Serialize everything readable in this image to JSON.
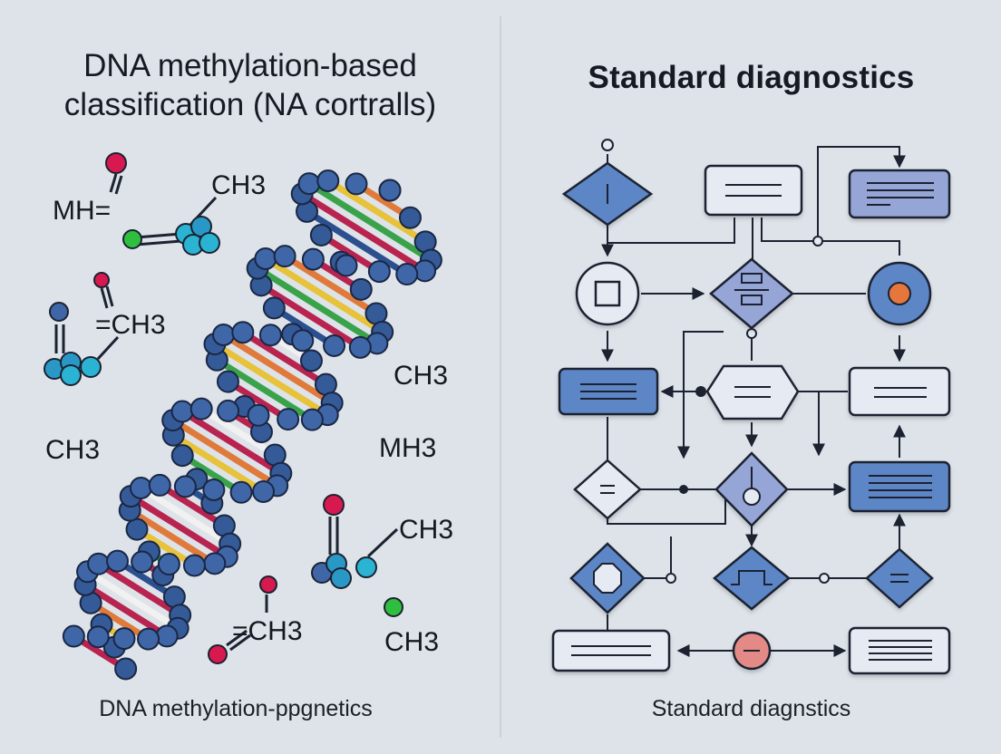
{
  "left": {
    "title_line1": "DNA methylation-based",
    "title_line2": "classification (NA cortralls)",
    "caption": "DNA methylation-ppgnetics",
    "labels": {
      "mh_top": "MH=",
      "ch3_top": "CH3",
      "ch3_mid_left": "=CH3",
      "ch3_mid_right": "CH3",
      "ch3_left": "CH3",
      "mh3_right": "MH3",
      "ch3_bottom_right_upper": "CH3",
      "ch3_bottom_center": "=CH3",
      "ch3_bottom_right": "CH3"
    }
  },
  "right": {
    "title": "Standard diagnostics",
    "caption": "Standard diagnstics"
  },
  "colors": {
    "background": "#dde3e9",
    "bead_blue": "#3f67a8",
    "rung_red": "#b8234f",
    "rung_orange": "#e07a3a",
    "rung_yellow": "#e7c23a",
    "rung_green": "#3aa34a",
    "node_blue": "#5d86c6",
    "node_light": "#e6eaf2",
    "node_orange": "#e5773c",
    "node_pink": "#e48a86",
    "atom_red": "#d8194f",
    "atom_green": "#2fbf3f",
    "atom_cyan": "#2ab3d3"
  }
}
